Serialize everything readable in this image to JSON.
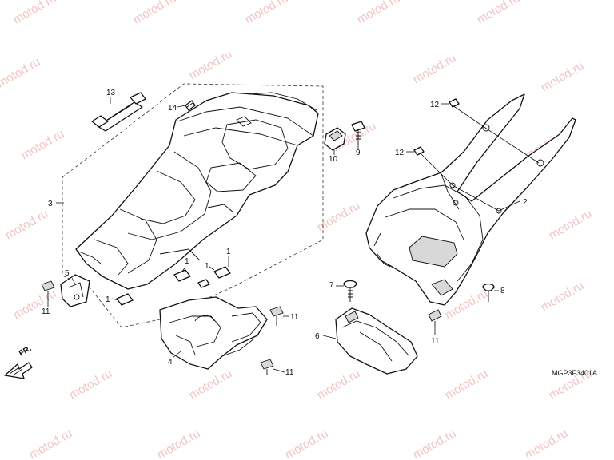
{
  "watermark": {
    "text": "motod.ru"
  },
  "diagram_code": "MGP3F3401A",
  "direction_label": "FR.",
  "callouts": {
    "c1a": "1",
    "c1b": "1",
    "c1c": "1",
    "c1d": "1",
    "c2": "2",
    "c3": "3",
    "c4": "4",
    "c5": "5",
    "c6": "6",
    "c7": "7",
    "c8": "8",
    "c9": "9",
    "c10": "10",
    "c11a": "11",
    "c11b": "11",
    "c11c": "11",
    "c11d": "11",
    "c12a": "12",
    "c12b": "12",
    "c13": "13",
    "c14": "14"
  },
  "colors": {
    "watermark": "#f2c4c4",
    "line": "#111111"
  }
}
